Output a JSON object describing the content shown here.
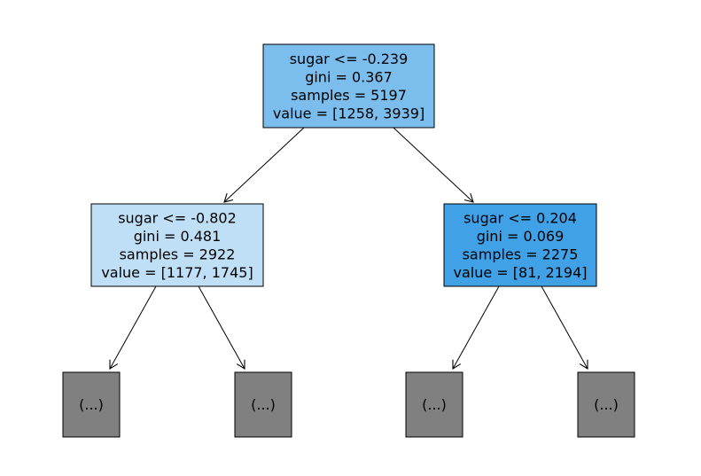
{
  "tree": {
    "nodes": [
      {
        "id": "root",
        "lines": [
          "sugar <= -0.239",
          "gini = 0.367",
          "samples = 5197",
          "value = [1258, 3939]"
        ],
        "fill": "#7bbeee"
      },
      {
        "id": "left",
        "lines": [
          "sugar <= -0.802",
          "gini = 0.481",
          "samples = 2922",
          "value = [1177, 1745]"
        ],
        "fill": "#bedff6"
      },
      {
        "id": "right",
        "lines": [
          "sugar <= 0.204",
          "gini = 0.069",
          "samples = 2275",
          "value = [81, 2194]"
        ],
        "fill": "#40a1e6"
      },
      {
        "id": "ll",
        "lines": [
          "(...)"
        ],
        "fill": "#808080"
      },
      {
        "id": "lr",
        "lines": [
          "(...)"
        ],
        "fill": "#808080"
      },
      {
        "id": "rl",
        "lines": [
          "(...)"
        ],
        "fill": "#808080"
      },
      {
        "id": "rr",
        "lines": [
          "(...)"
        ],
        "fill": "#808080"
      }
    ],
    "edges": [
      {
        "from": "root",
        "to": "left"
      },
      {
        "from": "root",
        "to": "right"
      },
      {
        "from": "left",
        "to": "ll"
      },
      {
        "from": "left",
        "to": "lr"
      },
      {
        "from": "right",
        "to": "rl"
      },
      {
        "from": "right",
        "to": "rr"
      }
    ]
  }
}
